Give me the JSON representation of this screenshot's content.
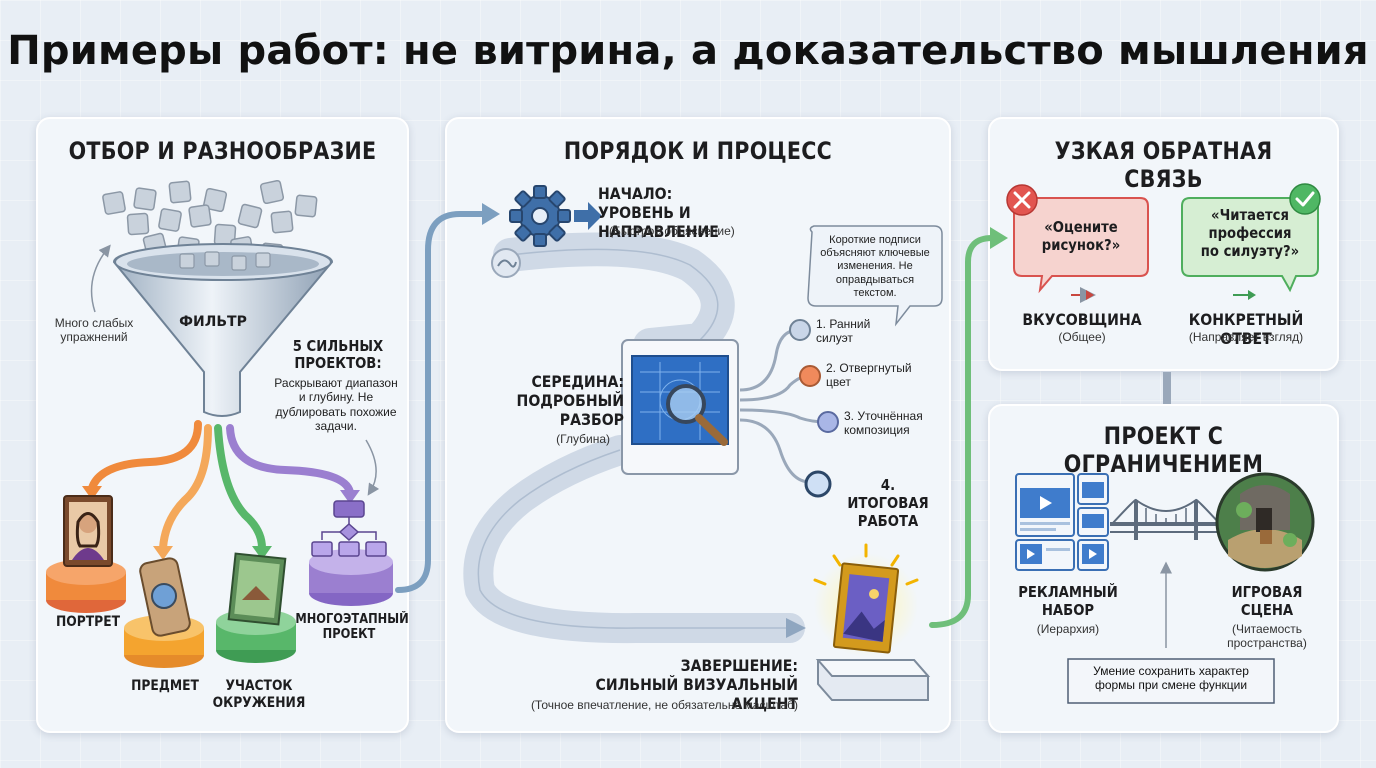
{
  "title": "Примеры работ: не витрина, а доказательство мышления",
  "panel1": {
    "title": "ОТБОР И РАЗНООБРАЗИЕ",
    "many_weak": "Много слабых упражнений",
    "filter": "ФИЛЬТР",
    "strong_title": "5 СИЛЬНЫХ ПРОЕКТОВ:",
    "strong_desc": "Раскрывают диапазон и глубину. Не дублировать похожие задачи.",
    "portrait": "ПОРТРЕТ",
    "item": "ПРЕДМЕТ",
    "environment": "УЧАСТОК ОКРУЖЕНИЯ",
    "multistage": "МНОГОЭТАПНЫЙ ПРОЕКТ"
  },
  "panel2": {
    "title": "ПОРЯДОК И ПРОЦЕСС",
    "start_title": "НАЧАЛО:\nУРОВЕНЬ И НАПРАВЛЕНИЕ",
    "start_sub": "(Быстрое объяснение)",
    "middle_title": "СЕРЕДИНА:\nПОДРОБНЫЙ\nРАЗБОР",
    "middle_sub": "(Глубина)",
    "callout": "Короткие подписи объясняют ключевые изменения. Не оправдываться текстом.",
    "step1": "1. Ранний силуэт",
    "step2": "2. Отвергнутый цвет",
    "step3": "3. Уточнённая композиция",
    "step4": "4. ИТОГОВАЯ РАБОТА",
    "end_title": "ЗАВЕРШЕНИЕ:\nСИЛЬНЫЙ ВИЗУАЛЬНЫЙ АКЦЕНТ",
    "end_sub": "(Точное впечатление, не обязательно масштаб)"
  },
  "panel3": {
    "title": "УЗКАЯ ОБРАТНАЯ СВЯЗЬ",
    "bad_quote": "«Оцените рисунок?»",
    "good_quote": "«Читается профессия по силуэту?»",
    "bad_label": "ВКУСОВЩИНА",
    "bad_sub": "(Общее)",
    "good_label": "КОНКРЕТНЫЙ ОТВЕТ",
    "good_sub": "(Направляет взгляд)"
  },
  "panel4": {
    "title": "ПРОЕКТ С ОГРАНИЧЕНИЕМ",
    "ad_label": "РЕКЛАМНЫЙ НАБОР",
    "ad_sub": "(Иерархия)",
    "game_label": "ИГРОВАЯ СЦЕНА",
    "game_sub": "(Читаемость пространства)",
    "note": "Умение сохранить характер формы при смене функции"
  },
  "colors": {
    "orange": "#f08a3c",
    "green": "#58b76a",
    "purple": "#9b7fd0",
    "blue": "#2f6fc4",
    "red": "#e25550",
    "bad_bg": "#f7d5d2",
    "good_bg": "#d8efd5"
  }
}
